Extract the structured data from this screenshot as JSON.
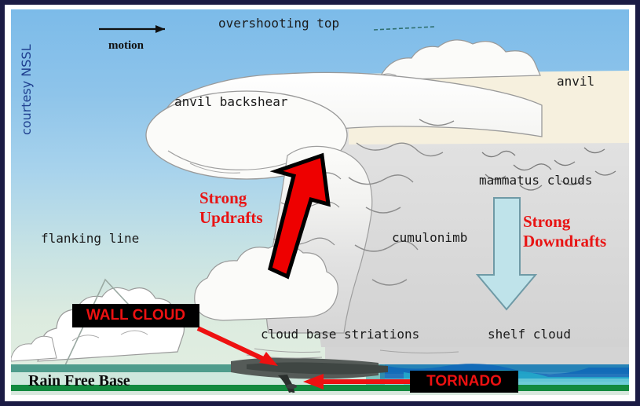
{
  "frame": {
    "border_color": "#1b1b44",
    "inner_color": "#ffffff"
  },
  "attribution": {
    "text": "courtesy NSSL",
    "color": "#1f3f8f"
  },
  "motion": {
    "label": "motion",
    "arrow_icon": "right-arrow-icon"
  },
  "labels": {
    "overshooting_top": "overshooting top",
    "anvil": "anvil",
    "anvil_backshear": "anvil backshear",
    "mammatus_clouds": "mammatus clouds",
    "cumulonimbus": "cumulonimb",
    "shelf_cloud": "shelf cloud",
    "cloud_base_striations": "cloud base striations",
    "flanking_line": "flanking line",
    "rain_free_base": "Rain Free Base"
  },
  "annotations": {
    "strong_updrafts": {
      "line1": "Strong",
      "line2": "Updrafts",
      "color": "#e81414",
      "arrow_icon": "updraft-arrow-icon",
      "arrow_fill": "#ee0000",
      "arrow_stroke": "#000000"
    },
    "strong_downdrafts": {
      "line1": "Strong",
      "line2": "Downdrafts",
      "color": "#e81414",
      "arrow_icon": "downdraft-arrow-icon",
      "arrow_fill": "#bfe3ea",
      "arrow_stroke": "#6f9aa6"
    },
    "wall_cloud": {
      "label": "WALL CLOUD",
      "text_color": "#ec1111",
      "box_color": "#000000",
      "arrow_icon": "wall-cloud-pointer-icon",
      "arrow_color": "#ee1111"
    },
    "tornado": {
      "label": "TORNADO",
      "text_color": "#ec1111",
      "box_color": "#000000",
      "arrow_icon": "tornado-pointer-icon",
      "arrow_color": "#ee1111"
    }
  },
  "palette": {
    "sky_top": "#7cbbe9",
    "sky_bottom": "#e3efe2",
    "anvil_band": "#f6f0de",
    "cloud_white": "#fbfbf9",
    "cloud_gray": "#d9d9d9",
    "cloud_outline": "#8a8a8a",
    "ground_green": "#138a3f",
    "horizon_teal": "#4f9c8c",
    "precip_blue": "#1168b8"
  }
}
